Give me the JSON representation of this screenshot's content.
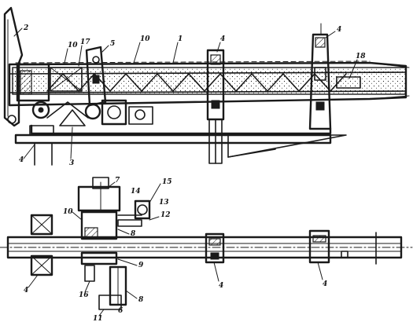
{
  "drawing": {
    "side_view_callouts": {
      "c1": "1",
      "c2": "2",
      "c3": "3",
      "c4a": "4",
      "c4b": "4",
      "c4c": "4",
      "c5": "5",
      "c10a": "10",
      "c10b": "10",
      "c17": "17",
      "c18": "18"
    },
    "plan_view_callouts": {
      "c4a": "4",
      "c4b": "4",
      "c4c": "4",
      "c6": "6",
      "c7": "7",
      "c8a": "8",
      "c8b": "8",
      "c9": "9",
      "c10": "10",
      "c11": "11",
      "c12": "12",
      "c13": "13",
      "c14": "14",
      "c15": "15",
      "c16": "16"
    }
  }
}
